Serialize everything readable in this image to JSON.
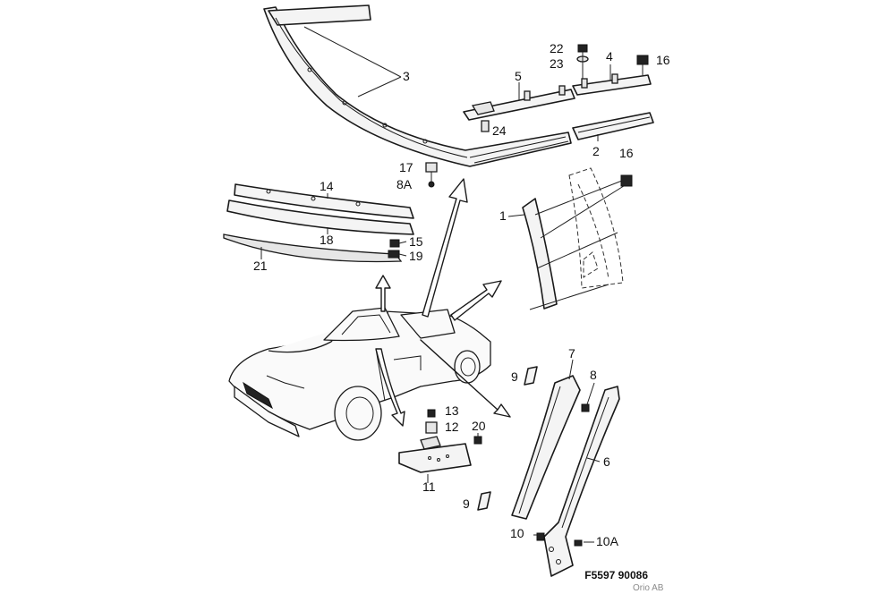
{
  "diagram": {
    "callouts": {
      "c1": "1",
      "c2": "2",
      "c3": "3",
      "c4": "4",
      "c5": "5",
      "c6": "6",
      "c7": "7",
      "c8": "8",
      "c8a": "8A",
      "c9a": "9",
      "c9b": "9",
      "c10": "10",
      "c10a": "10A",
      "c11": "11",
      "c12": "12",
      "c13": "13",
      "c14": "14",
      "c15": "15",
      "c16a": "16",
      "c16b": "16",
      "c17": "17",
      "c18": "18",
      "c19": "19",
      "c20": "20",
      "c21": "21",
      "c22": "22",
      "c23": "23",
      "c24": "24"
    },
    "figure_code": "F5597 90086",
    "copyright": "Orio AB"
  }
}
